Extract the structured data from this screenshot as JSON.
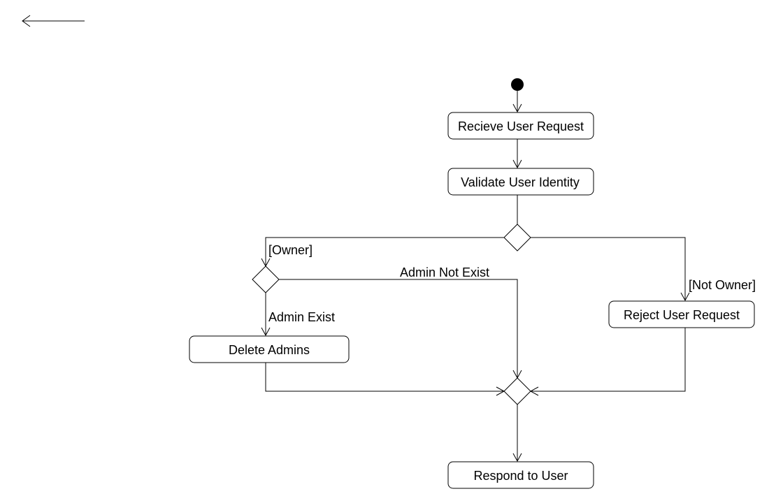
{
  "nodes": {
    "receive": "Recieve User Request",
    "validate": "Validate User Identity",
    "delete": "Delete Admins",
    "reject": "Reject User Request",
    "respond": "Respond to User"
  },
  "guards": {
    "owner": "[Owner]",
    "not_owner": "[Not Owner]",
    "admin_exist": "Admin Exist",
    "admin_not_exist": "Admin Not Exist"
  },
  "icons": {
    "back": "left-arrow-icon",
    "start": "initial-node-icon",
    "decision": "decision-diamond-icon",
    "merge": "merge-diamond-icon"
  },
  "colors": {
    "stroke": "#000000",
    "fill": "#ffffff",
    "start_fill": "#000000"
  }
}
